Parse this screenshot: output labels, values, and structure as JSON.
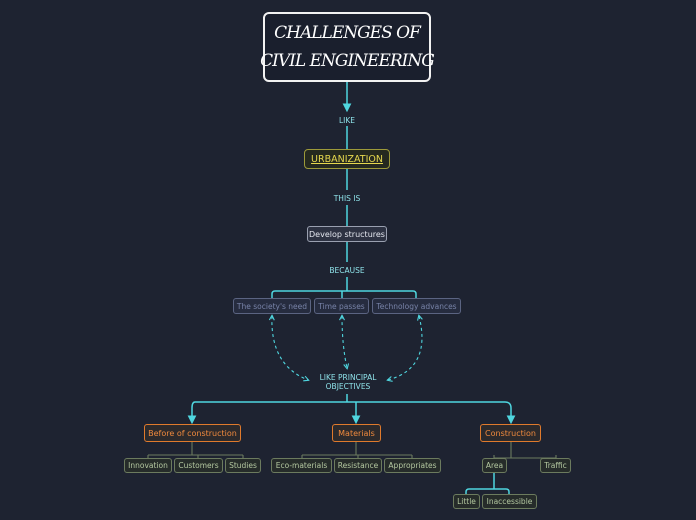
{
  "title": {
    "line1": "CHALLENGES OF",
    "line2": "CIVIL ENGINEERING"
  },
  "connectors": {
    "like": "LIKE",
    "this_is": "THIS IS",
    "because": "BECAUSE"
  },
  "urbanization": "URBANIZATION",
  "develop": "Develop structures",
  "reasons": [
    "The society's need",
    "Time passes",
    "Technology advances"
  ],
  "objectives": {
    "line1": "LIKE PRINCIPAL",
    "line2": "OBJECTIVES"
  },
  "categories": {
    "before": {
      "label": "Before of construction",
      "items": [
        "Innovation",
        "Customers",
        "Studies"
      ]
    },
    "materials": {
      "label": "Materials",
      "items": [
        "Eco-materials",
        "Resistance",
        "Appropriates"
      ]
    },
    "construction": {
      "label": "Construction",
      "items": [
        "Area",
        "Traffic"
      ],
      "area_items": [
        "Little",
        "Inaccessible"
      ]
    }
  },
  "colors": {
    "background": "#1e2331",
    "line": "#4fd6df",
    "category": "#e07a2c",
    "urbanization": "#e6d84e"
  }
}
